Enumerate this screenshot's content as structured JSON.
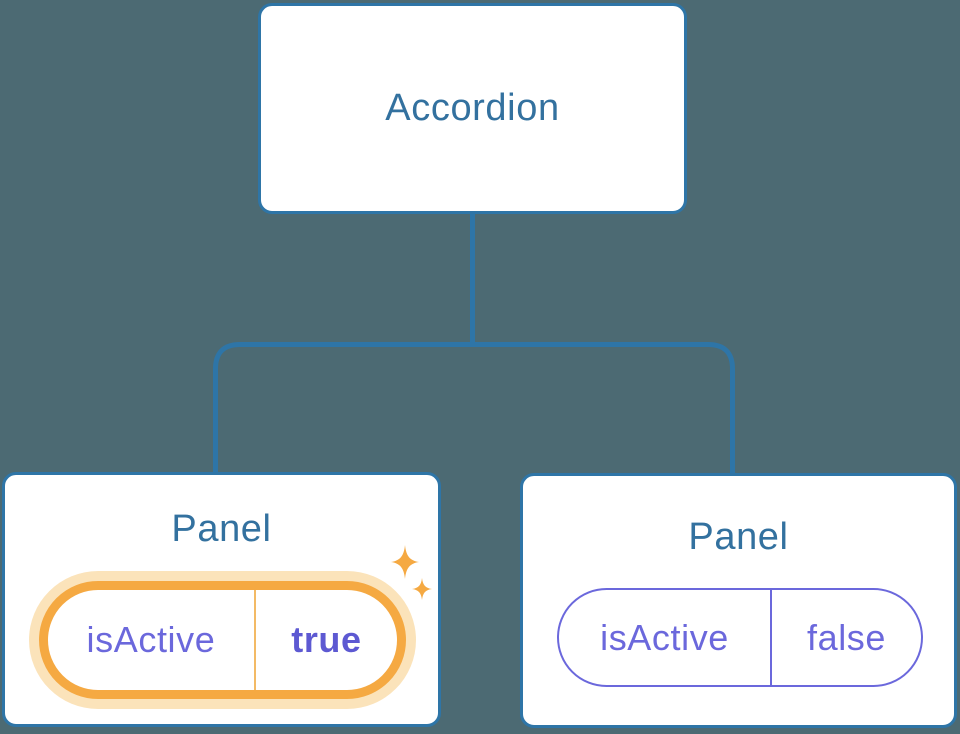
{
  "diagram": {
    "description": "React component tree: Accordion parent passing isActive state to two Panel children",
    "root_node": {
      "label": "Accordion"
    },
    "panels": [
      {
        "label": "Panel",
        "prop_name": "isActive",
        "prop_value": "true",
        "active": true,
        "decoration": "sparkles-icon"
      },
      {
        "label": "Panel",
        "prop_name": "isActive",
        "prop_value": "false",
        "active": false,
        "decoration": null
      }
    ]
  },
  "colors": {
    "background": "#4C6A73",
    "node_fill": "#FFFFFF",
    "node_border_blue": "#2E75A7",
    "connector_blue": "#2E75A7",
    "title_text_blue": "#33719F",
    "prop_purple": "#6B68DC",
    "prop_value_bold_purple": "#5D59D2",
    "active_ring_orange": "#F5A942",
    "active_glow_orange": "#FBE3BA",
    "active_divider_orange": "#F3BA65",
    "sparkle_orange": "#F5A942"
  }
}
